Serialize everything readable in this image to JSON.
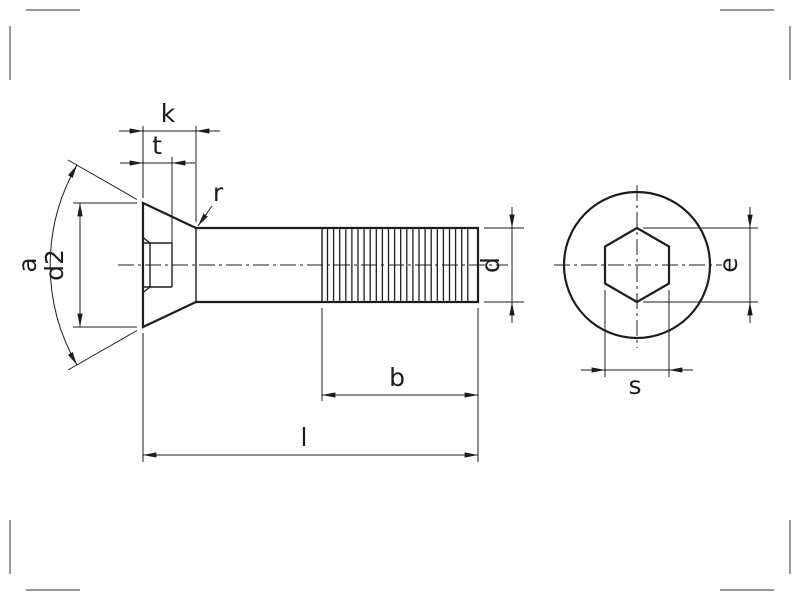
{
  "colors": {
    "line": "#1d1d1d",
    "background": "#ffffff"
  },
  "side_view": {
    "labels": {
      "head_height": "k",
      "socket_depth": "t",
      "under_head_radius": "r",
      "head_angle": "a",
      "head_diameter": "d2",
      "thread_diameter": "d",
      "thread_length": "b",
      "total_length": "l"
    }
  },
  "end_view": {
    "labels": {
      "corner_width": "e",
      "across_flats": "s"
    }
  }
}
